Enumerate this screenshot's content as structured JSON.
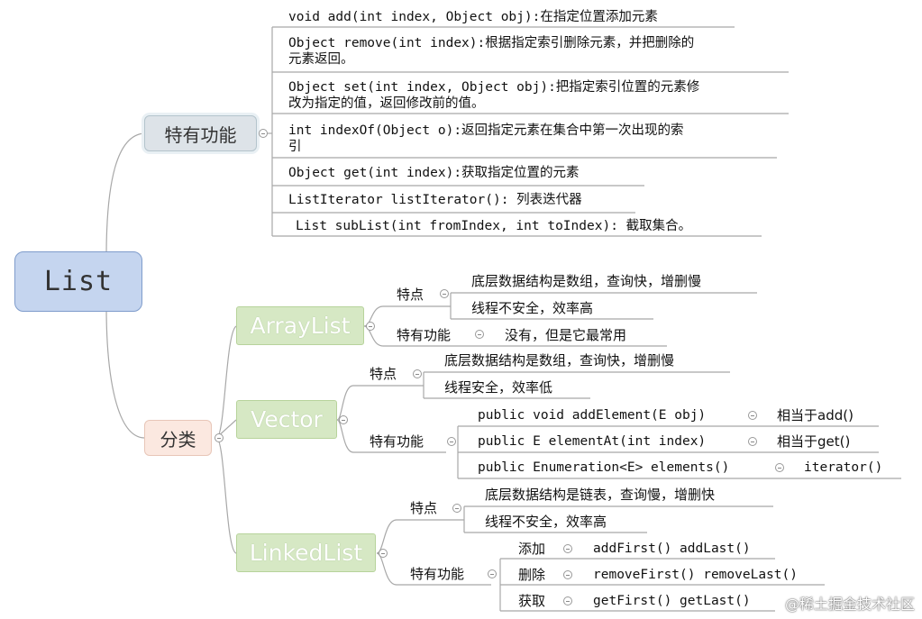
{
  "root": {
    "label": "List"
  },
  "special": {
    "label": "特有功能",
    "items": [
      "void add(int index, Object obj):在指定位置添加元素",
      "Object remove(int index):根据指定索引删除元素，并把删除的",
      "元素返回。",
      "Object set(int index, Object obj):把指定索引位置的元素修",
      "改为指定的值，返回修改前的值。",
      "int indexOf(Object o):返回指定元素在集合中第一次出现的索",
      "引",
      "Object get(int index):获取指定位置的元素",
      "ListIterator listIterator(): 列表迭代器",
      "List subList(int fromIndex, int toIndex): 截取集合。"
    ]
  },
  "classify": {
    "label": "分类",
    "arraylist": {
      "label": "ArrayList",
      "features_label": "特点",
      "features": [
        "底层数据结构是数组，查询快，增删慢",
        "线程不安全，效率高"
      ],
      "special_label": "特有功能",
      "special_value": "没有，但是它最常用"
    },
    "vector": {
      "label": "Vector",
      "features_label": "特点",
      "features": [
        "底层数据结构是数组，查询快，增删慢",
        "线程安全，效率低"
      ],
      "special_label": "特有功能",
      "methods": [
        {
          "sig": "public void addElement(E obj)",
          "eq": "相当于add()"
        },
        {
          "sig": "public E elementAt(int index)",
          "eq": "相当于get()"
        },
        {
          "sig": "public Enumeration<E> elements()",
          "eq": "iterator()"
        }
      ]
    },
    "linkedlist": {
      "label": "LinkedList",
      "features_label": "特点",
      "features": [
        "底层数据结构是链表，查询慢，增删快",
        "线程不安全，效率高"
      ],
      "special_label": "特有功能",
      "ops": [
        {
          "op": "添加",
          "methods": "addFirst() addLast()"
        },
        {
          "op": "删除",
          "methods": "removeFirst() removeLast()"
        },
        {
          "op": "获取",
          "methods": "getFirst() getLast()"
        }
      ]
    }
  },
  "watermark": "@稀土掘金技术社区"
}
